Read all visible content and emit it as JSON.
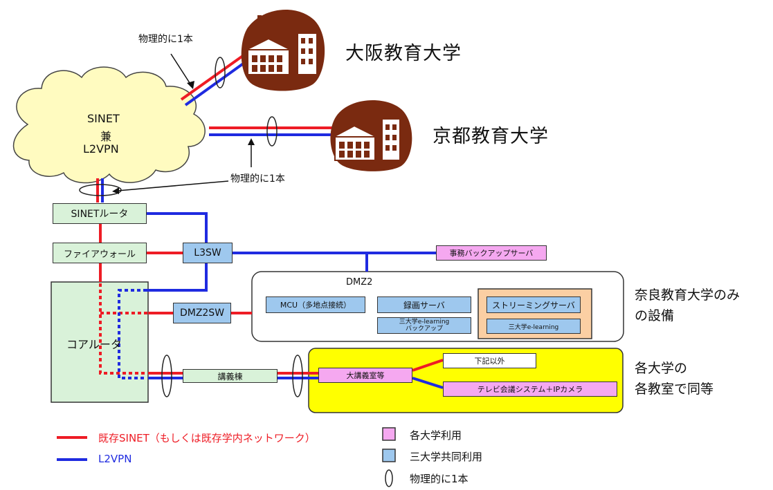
{
  "universities": {
    "osaka": "大阪教育大学",
    "kyoto": "京都教育大学"
  },
  "cloud_label": [
    "SINET",
    "兼",
    "L2VPN"
  ],
  "physical_one_line_label": "物理的に1本",
  "devices": {
    "sinet_router": "SINETルータ",
    "firewall": "ファイアウォール",
    "l3sw": "L3SW",
    "core_router": "コアルータ",
    "dmz2sw": "DMZ2SW",
    "lecture_building": "講義棟"
  },
  "servers": {
    "office_backup": "事務バックアップサーバ",
    "dmz2_title": "DMZ2",
    "mcu": "MCU（多地点接続）",
    "recording": "録画サーバ",
    "elearning_backup_line1": "三大学e-learning",
    "elearning_backup_line2": "バックアップ",
    "streaming": "ストリーミングサーバ",
    "elearning": "三大学e-learning"
  },
  "classroom": {
    "large_lecture": "大講義室等",
    "other": "下記以外",
    "tv_conf": "テレビ会議システム＋IPカメラ"
  },
  "side_notes": {
    "nara_line1": "奈良教育大学のみ",
    "nara_line2": "の設備",
    "each_line1": "各大学の",
    "each_line2": "各教室で同等"
  },
  "legend": {
    "red_line": "既存SINET（もしくは既存学内ネットワーク）",
    "blue_line": "L2VPN",
    "pink_box": "各大学利用",
    "blue_box": "三大学共同利用",
    "ellipse": "物理的に1本"
  },
  "colors": {
    "red": "#ee1c25",
    "blue": "#1f2be0",
    "building": "#7a2a10",
    "cloud": "#fffbc0",
    "yellow": "#ffff00",
    "orange": "#fbcfa3"
  }
}
